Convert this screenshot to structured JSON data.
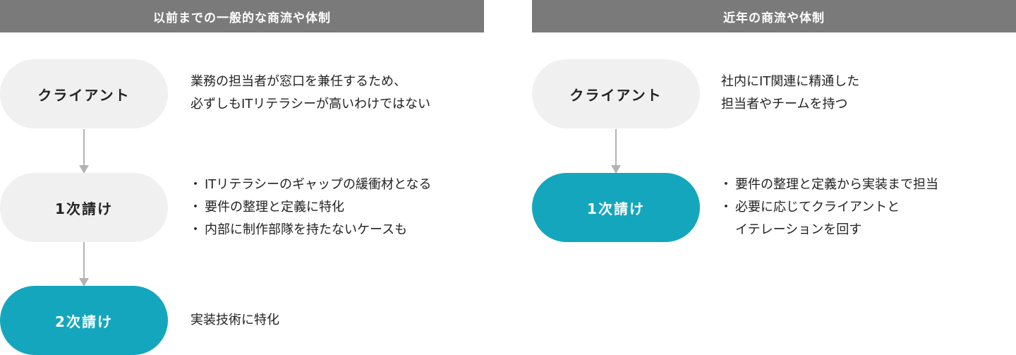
{
  "left": {
    "header": "以前までの一般的な商流や体制",
    "nodes": [
      {
        "label": "クライアント",
        "lines": [
          "業務の担当者が窓口を兼任するため、",
          "必ずしもITリテラシーが高いわけではない"
        ]
      },
      {
        "label": "1次請け",
        "bullets": [
          "ITリテラシーのギャップの緩衝材となる",
          "要件の整理と定義に特化",
          "内部に制作部隊を持たないケースも"
        ]
      },
      {
        "label": "2次請け",
        "lines": [
          "実装技術に特化"
        ]
      }
    ]
  },
  "right": {
    "header": "近年の商流や体制",
    "nodes": [
      {
        "label": "クライアント",
        "lines": [
          "社内にIT関連に精通した",
          "担当者やチームを持つ"
        ]
      },
      {
        "label": "1次請け",
        "bullets": [
          "要件の整理と定義から実装まで担当",
          "必要に応じてクライアントと"
        ],
        "bullet_continuation": "イテレーションを回す"
      }
    ]
  },
  "bullet_glyph": "・",
  "colors": {
    "header_bg": "#7a7a7a",
    "pill_gray": "#f0f0f0",
    "pill_teal": "#14a6bd",
    "arrow": "#b3b3b3"
  }
}
